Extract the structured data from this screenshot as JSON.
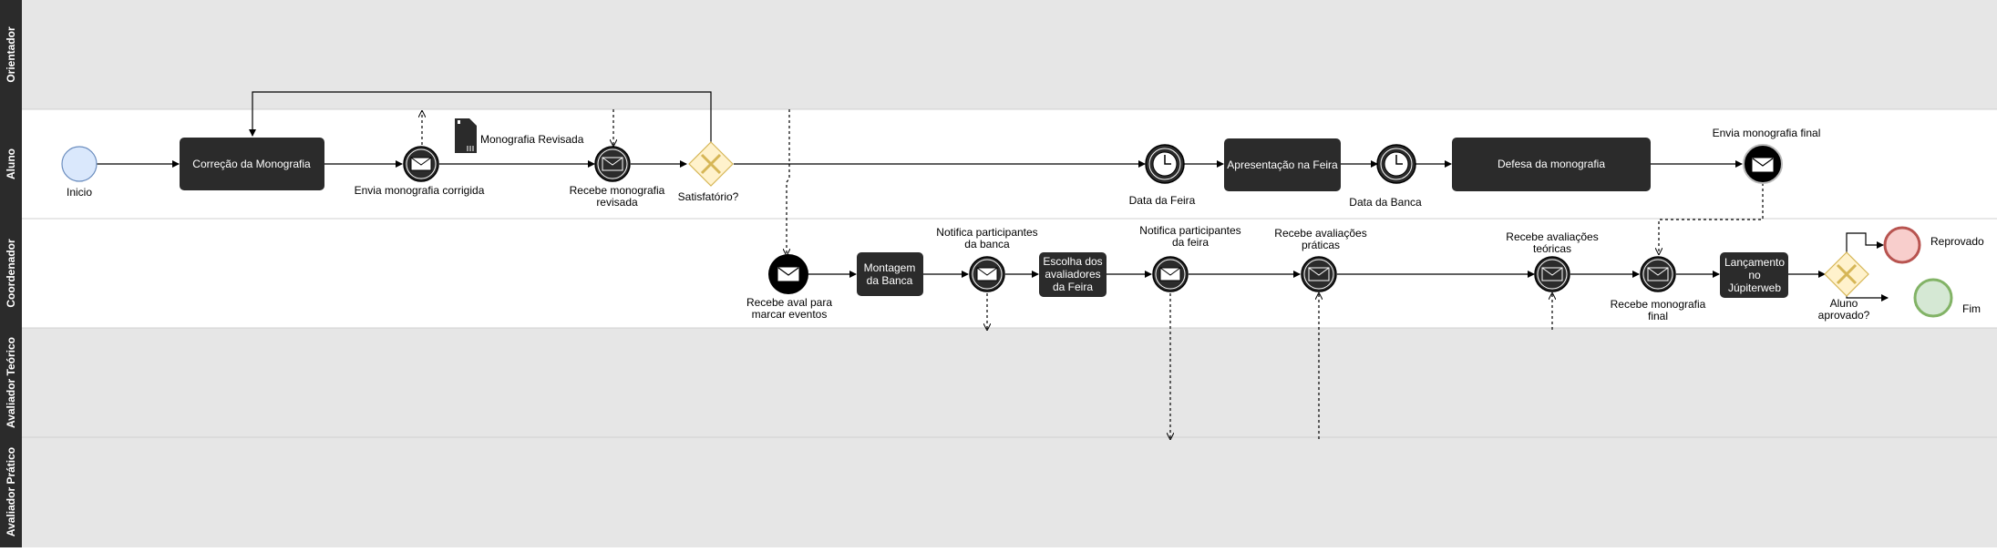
{
  "lanes": [
    "Orientador",
    "Aluno",
    "Coordenador",
    "Avaliador Teórico",
    "Avaliador Prático"
  ],
  "tasks": {
    "correcao": "Correção da Monografia",
    "apresentacao": "Apresentação na Feira",
    "defesa": "Defesa da monografia",
    "montagem": [
      "Montagem",
      "da Banca"
    ],
    "escolha": [
      "Escolha dos",
      "avaliadores",
      "da Feira"
    ],
    "lancamento": [
      "Lançamento",
      "no",
      "Júpiterweb"
    ]
  },
  "events": {
    "inicio": "Inicio",
    "envia_corrigida": "Envia monografia corrigida",
    "recebe_revisada": [
      "Recebe monografia",
      "revisada"
    ],
    "satisfatorio": "Satisfatório?",
    "data_feira": "Data da Feira",
    "data_banca": "Data da Banca",
    "envia_final": "Envia monografia final",
    "recebe_aval": [
      "Recebe aval para",
      "marcar eventos"
    ],
    "notifica_banca": [
      "Notifica participantes",
      "da banca"
    ],
    "notifica_feira": [
      "Notifica participantes",
      "da feira"
    ],
    "recebe_praticas": [
      "Recebe avaliações",
      "práticas"
    ],
    "recebe_teoricas": [
      "Recebe avaliações",
      "teóricas"
    ],
    "recebe_final": [
      "Recebe monografia",
      "final"
    ],
    "aluno_aprovado": [
      "Aluno",
      "aprovado?"
    ],
    "reprovado": "Reprovado",
    "fim": "Fim"
  },
  "data_object": "Monografia Revisada",
  "colors": {
    "lane_header": "#2b2b2b",
    "lane_bg_shaded": "#e6e6e6",
    "lane_bg_white": "#ffffff",
    "task_fill": "#2b2b2b",
    "gateway_fill": "#fff2cc",
    "gateway_stroke": "#d6b656",
    "start_fill": "#dae8fc",
    "start_stroke": "#6c8ebf",
    "end_fail_fill": "#f8cecc",
    "end_fail_stroke": "#b85450",
    "end_ok_fill": "#d5e8d4",
    "end_ok_stroke": "#82b366"
  }
}
